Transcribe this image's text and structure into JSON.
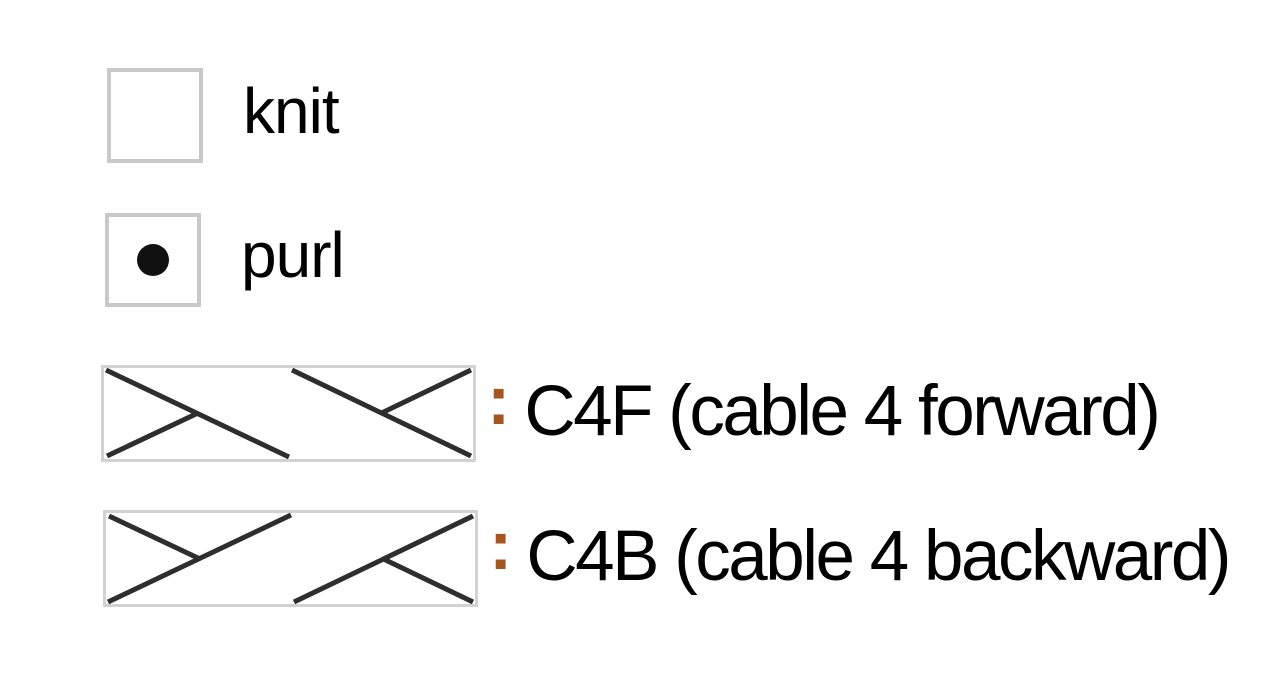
{
  "legend": {
    "colors": {
      "square_border": "#c9c9c9",
      "box_border": "#d2d2d2",
      "cable_line": "#2e2e2e",
      "purl_dot": "#111111",
      "separator": "#a3571e",
      "label_text": "#000000"
    },
    "items": [
      {
        "symbol": "empty-square",
        "label": "knit"
      },
      {
        "symbol": "dot-square",
        "label": "purl"
      },
      {
        "symbol": "cable-4-forward",
        "separator": ":",
        "label": "C4F (cable 4 forward)"
      },
      {
        "symbol": "cable-4-backward",
        "separator": ":",
        "label": "C4B (cable 4 backward)"
      }
    ]
  }
}
